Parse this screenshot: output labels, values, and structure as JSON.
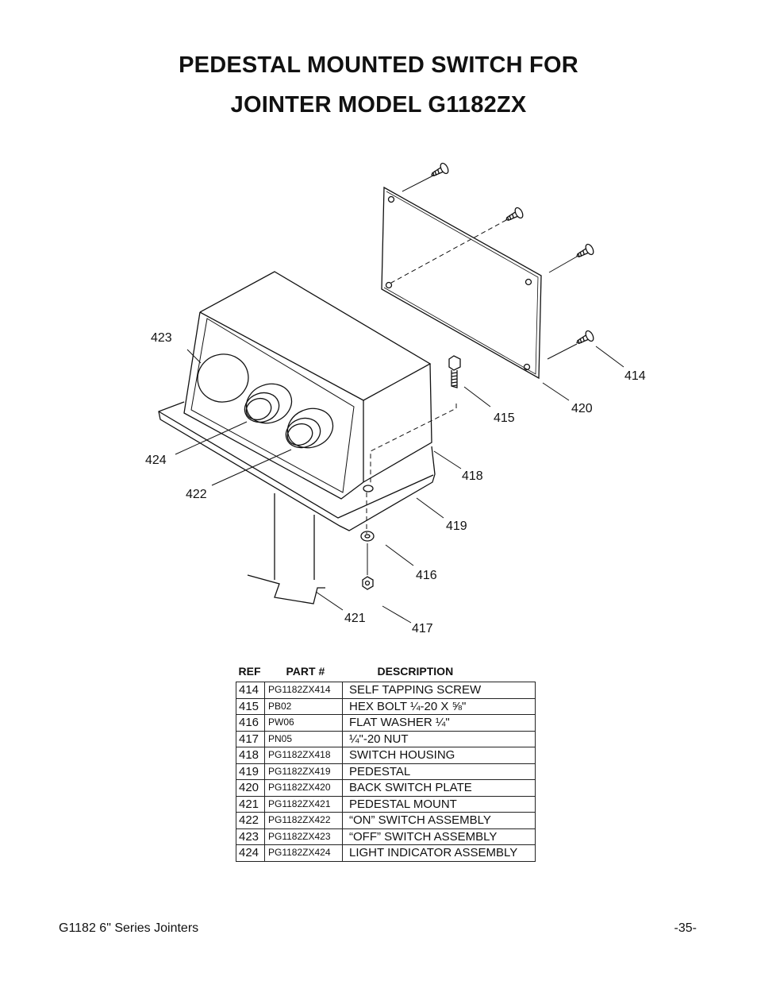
{
  "title": {
    "line1": "PEDESTAL MOUNTED SWITCH FOR",
    "line2": "JOINTER MODEL G1182ZX"
  },
  "callouts": {
    "c414": "414",
    "c415": "415",
    "c416": "416",
    "c417": "417",
    "c418": "418",
    "c419": "419",
    "c420": "420",
    "c421": "421",
    "c422": "422",
    "c423": "423",
    "c424": "424"
  },
  "table": {
    "headers": {
      "ref": "REF",
      "part": "PART #",
      "desc": "DESCRIPTION"
    },
    "rows": [
      {
        "ref": "414",
        "part": "PG1182ZX414",
        "desc": "SELF TAPPING SCREW"
      },
      {
        "ref": "415",
        "part": "PB02",
        "desc": "HEX BOLT ¼-20 X ⅝\""
      },
      {
        "ref": "416",
        "part": "PW06",
        "desc": "FLAT WASHER ¼\""
      },
      {
        "ref": "417",
        "part": "PN05",
        "desc": "¼\"-20 NUT"
      },
      {
        "ref": "418",
        "part": "PG1182ZX418",
        "desc": "SWITCH HOUSING"
      },
      {
        "ref": "419",
        "part": "PG1182ZX419",
        "desc": "PEDESTAL"
      },
      {
        "ref": "420",
        "part": "PG1182ZX420",
        "desc": "BACK SWITCH PLATE"
      },
      {
        "ref": "421",
        "part": "PG1182ZX421",
        "desc": "PEDESTAL MOUNT"
      },
      {
        "ref": "422",
        "part": "PG1182ZX422",
        "desc": "“ON” SWITCH ASSEMBLY"
      },
      {
        "ref": "423",
        "part": "PG1182ZX423",
        "desc": "“OFF” SWITCH ASSEMBLY"
      },
      {
        "ref": "424",
        "part": "PG1182ZX424",
        "desc": "LIGHT INDICATOR ASSEMBLY"
      }
    ]
  },
  "footer": {
    "left": "G1182 6\" Series Jointers",
    "right": "-35-"
  }
}
